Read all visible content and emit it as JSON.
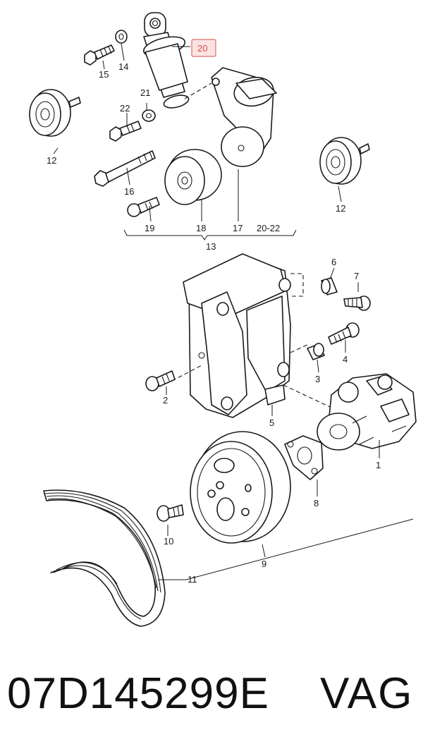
{
  "callouts": {
    "p1": "1",
    "p2": "2",
    "p3": "3",
    "p4": "4",
    "p5": "5",
    "p6": "6",
    "p7": "7",
    "p8": "8",
    "p9": "9",
    "p10": "10",
    "p11": "11",
    "p12a": "12",
    "p12b": "12",
    "p13": "13",
    "p14": "14",
    "p15": "15",
    "p16": "16",
    "p17": "17",
    "p18": "18",
    "p19": "19",
    "p20": "20",
    "p21": "21",
    "p22": "22",
    "p20_22": "20-22"
  },
  "highlight": {
    "part": "20",
    "fill": "#fbe3e3",
    "border": "#e06a6a",
    "text": "#d84c4c"
  },
  "footer": {
    "part_number": "07D145299E",
    "brand": "VAG"
  }
}
